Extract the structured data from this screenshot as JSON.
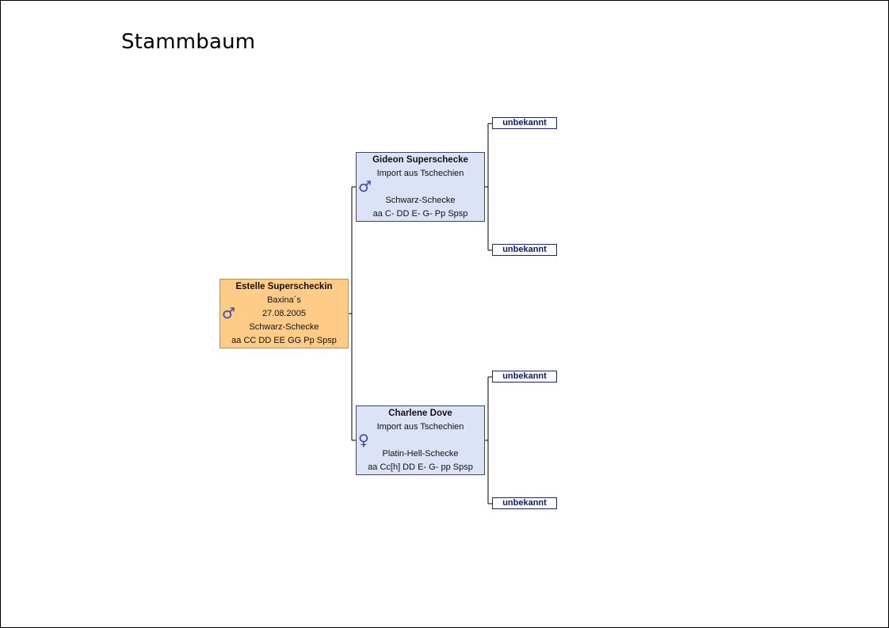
{
  "page": {
    "title": "Stammbaum"
  },
  "root": {
    "name": "Estelle Superscheckin",
    "breeder": "Baxina´s",
    "birthdate": "27.08.2005",
    "color": "Schwarz-Schecke",
    "genotype": "aa CC DD EE GG Pp Spsp",
    "sex_symbol": "♂"
  },
  "father": {
    "name": "Gideon Superschecke",
    "breeder": "Import aus Tschechien",
    "birthdate": "",
    "color": "Schwarz-Schecke",
    "genotype": "aa C- DD E- G- Pp Spsp",
    "sex_symbol": "♂"
  },
  "mother": {
    "name": "Charlene Dove",
    "breeder": "Import aus Tschechien",
    "birthdate": "",
    "color": "Platin-Hell-Schecke",
    "genotype": "aa Cc[h] DD E- G- pp Spsp",
    "sex_symbol": "♀"
  },
  "grandparents": [
    {
      "label": "unbekannt"
    },
    {
      "label": "unbekannt"
    },
    {
      "label": "unbekannt"
    },
    {
      "label": "unbekannt"
    }
  ],
  "colors": {
    "root_fill": "#ffcc88",
    "parent_fill": "#dde3f6",
    "symbol": "#3b4aa0"
  }
}
